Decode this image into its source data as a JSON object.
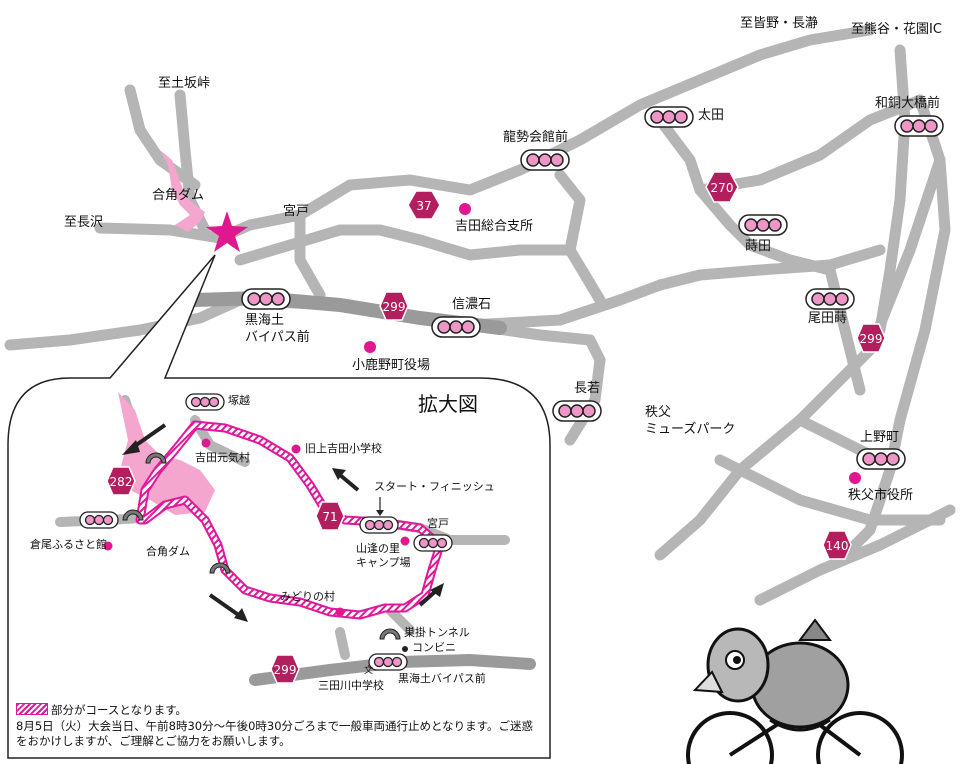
{
  "colors": {
    "road": "#b5b5b5",
    "road_major": "#9a9a9a",
    "course": "#e0189b",
    "lake": "#f4a6cf",
    "landmark": "#e0188f",
    "route_sign": "#b31f5e",
    "signal_fill": "#ee97c7"
  },
  "directions": {
    "to_minano_nagatoro": "至皆野・長瀞",
    "to_kumagaya_hanazono": "至熊谷・花園IC",
    "to_dosaka_pass": "至土坂峠",
    "to_nagasawa": "至長沢"
  },
  "places": {
    "gokaku_dam": "合角ダム",
    "miyado": "宮戸",
    "yoshida_branch": "吉田総合支所",
    "ryusei_hall": "龍勢会館前",
    "ota": "太田",
    "wado_bridge": "和銅大橋前",
    "tokita": "蒔田",
    "oda_tokita": "尾田蒔",
    "shinanoishi": "信濃石",
    "kurokaido_bypass_l1": "黒海土",
    "kurokaido_bypass_l2": "バイパス前",
    "ogano_office": "小鹿野町役場",
    "nagawaka": "長若",
    "muse_park_l1": "秩父",
    "muse_park_l2": "ミューズパーク",
    "kaminomachi": "上野町",
    "chichibu_office": "秩父市役所"
  },
  "routes": {
    "r37": "37",
    "r270": "270",
    "r299_main": "299",
    "r299_east": "299",
    "r140": "140",
    "r282": "282",
    "r71": "71",
    "r299_inset": "299"
  },
  "inset": {
    "title": "拡大図",
    "tsukagoshi": "塚越",
    "yoshida_genki": "吉田元気村",
    "old_school": "旧上吉田小学校",
    "start_finish": "スタート・フィニッシュ",
    "miyado": "宮戸",
    "yamaai_l1": "山逢の里",
    "yamaai_l2": "キャンプ場",
    "kurao": "倉尾ふるさと館",
    "dam": "合角ダム",
    "midori": "みどりの村",
    "tunnel": "巣掛トンネル",
    "konbini": "コンビニ",
    "school_symbol": "文",
    "mitagawa_school": "三田川中学校",
    "bypass": "黒海土バイパス前"
  },
  "notice": {
    "legend": "部分がコースとなります。",
    "body": "8月5日（火）大会当日、午前8時30分～午後0時30分ごろまで一般車両通行止めとなります。ご迷惑をおかけしますが、ご理解とご協力をお願いします。"
  }
}
